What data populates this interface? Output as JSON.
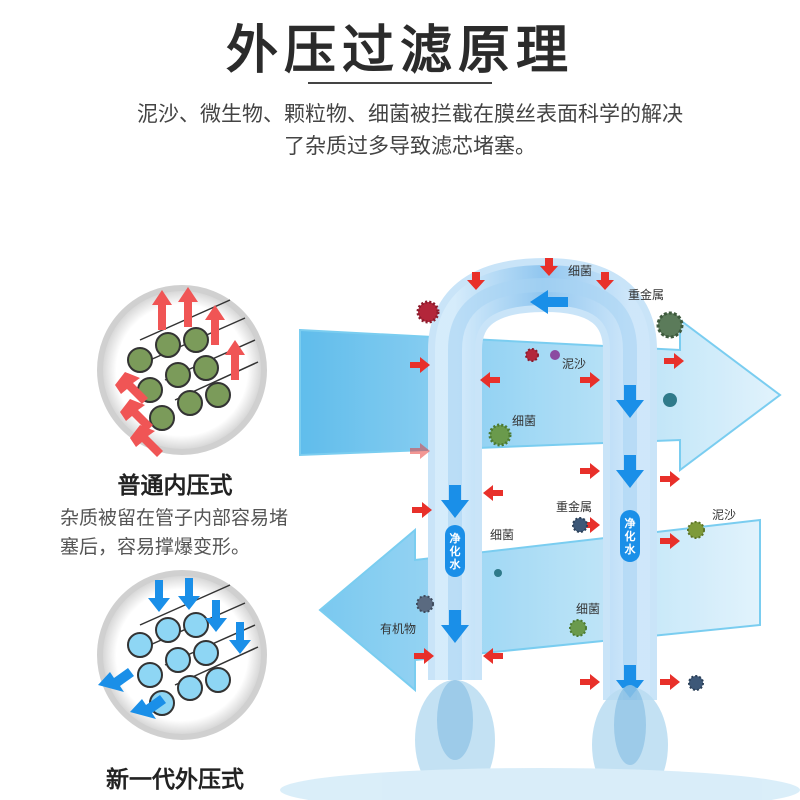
{
  "header": {
    "title": "外压过滤原理",
    "description_line1": "泥沙、微生物、颗粒物、细菌被拦截在膜丝表面科学的解决",
    "description_line2": "了杂质过多导致滤芯堵塞。"
  },
  "inner_type": {
    "title": "普通内压式",
    "desc_line1": "杂质被留在管子内部容易堵",
    "desc_line2": "塞后，容易撑爆变形。"
  },
  "outer_type": {
    "title": "新一代外压式"
  },
  "diagram": {
    "labels": {
      "bacteria_top": "细菌",
      "heavy_metal_top": "重金属",
      "sand_inner": "泥沙",
      "bacteria_inner": "细菌",
      "heavy_metal_mid": "重金属",
      "bacteria_mid": "细菌",
      "sand_right": "泥沙",
      "organic": "有机物",
      "bacteria_low": "细菌"
    },
    "pipe_left_text": "净化水",
    "pipe_right_text": "净化水"
  },
  "colors": {
    "red_arrow": "#e8302a",
    "blue_arrow": "#1a8fe8",
    "pipe": "#8fc4ee",
    "flow": "#bfe4f8",
    "ring": "#d9d9d9"
  }
}
